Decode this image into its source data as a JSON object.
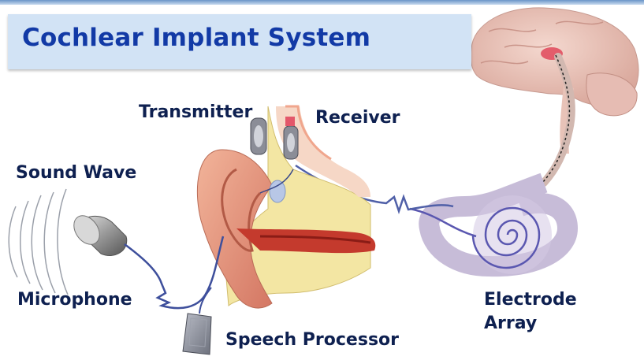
{
  "title": "Cochlear Implant System",
  "labels": {
    "transmitter": "Transmitter",
    "receiver": "Receiver",
    "sound_wave": "Sound Wave",
    "microphone": "Microphone",
    "speech_processor": "Speech Processor",
    "electrode_line1": "Electrode",
    "electrode_line2": "Array"
  },
  "colors": {
    "title": "#123aa6",
    "title_bg": "#d2e3f5",
    "label": "#0e2050"
  }
}
